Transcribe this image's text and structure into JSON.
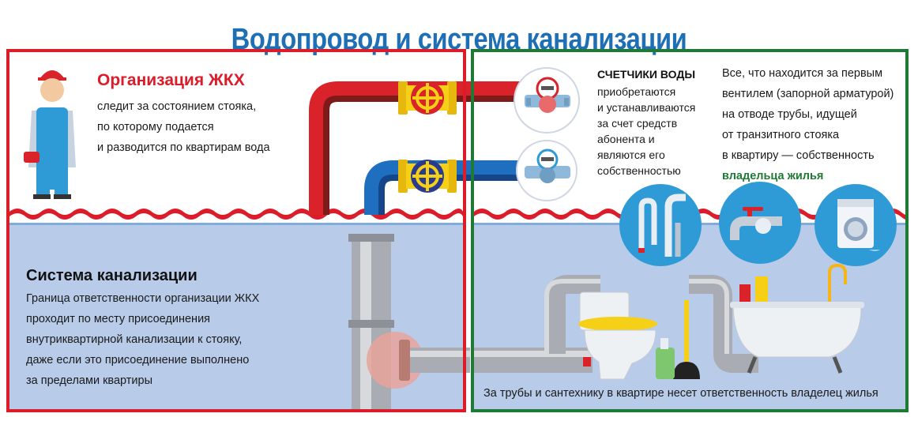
{
  "title": "Водопровод и система канализации",
  "housing_org": {
    "heading": "Организация ЖКХ",
    "lines": [
      "следит за состоянием стояка,",
      "по которому подается",
      "и разводится по квартирам вода"
    ]
  },
  "sewer": {
    "heading": "Система канализации",
    "lines": [
      "Граница ответственности организации ЖКХ",
      "проходит по месту присоединения",
      "внутриквартирной канализации к стояку,",
      "даже если это присоединение выполнено",
      "за пределами квартиры"
    ]
  },
  "meters": {
    "heading": "СЧЕТЧИКИ ВОДЫ",
    "lines": [
      "приобретаются",
      "и устанавливаются",
      "за счет средств",
      "абонента и",
      "являются его",
      "собственностью"
    ]
  },
  "ownership": {
    "lines": [
      "Все, что находится за первым",
      "вентилем (запорной арматурой)",
      "на отводе трубы, идущей",
      "от транзитного стояка",
      "в квартиру — собственность"
    ],
    "emphasis": "владельца жилья"
  },
  "footer_note": "За трубы и сантехнику в квартире несет ответственность владелец жилья",
  "colors": {
    "title": "#1e6fb4",
    "left_border": "#dd1c2a",
    "right_border": "#1f7a36",
    "hot_pipe": "#d9222a",
    "cold_pipe": "#1f6fc0",
    "water": "#b8cbe9",
    "valve_yellow": "#f5d016",
    "icon_circle": "#2f9bd6"
  }
}
